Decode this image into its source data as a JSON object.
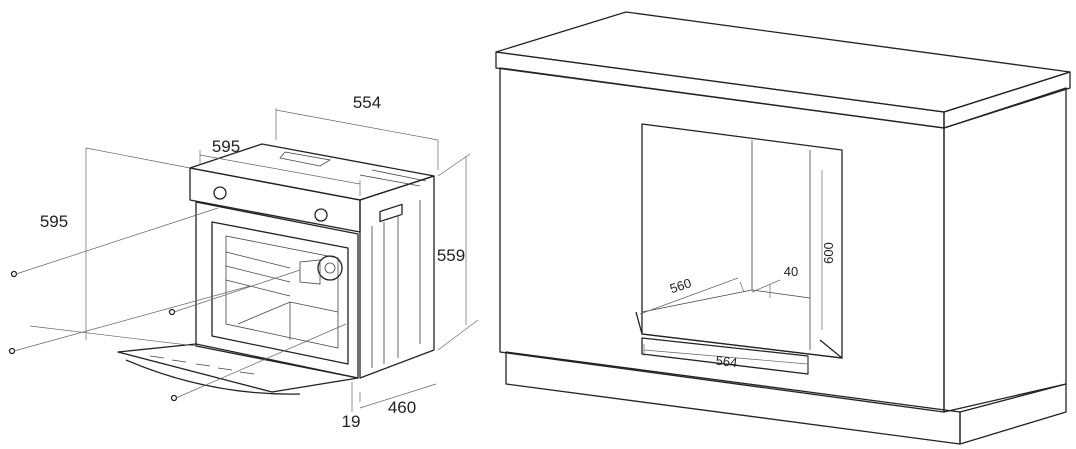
{
  "oven": {
    "width_top": "554",
    "width_front": "595",
    "height_left": "595",
    "height_right": "559",
    "depth": "460",
    "panel": "19"
  },
  "cabinet": {
    "opening_width": "560",
    "gap": "40",
    "opening_height": "600",
    "min_width": "564"
  }
}
